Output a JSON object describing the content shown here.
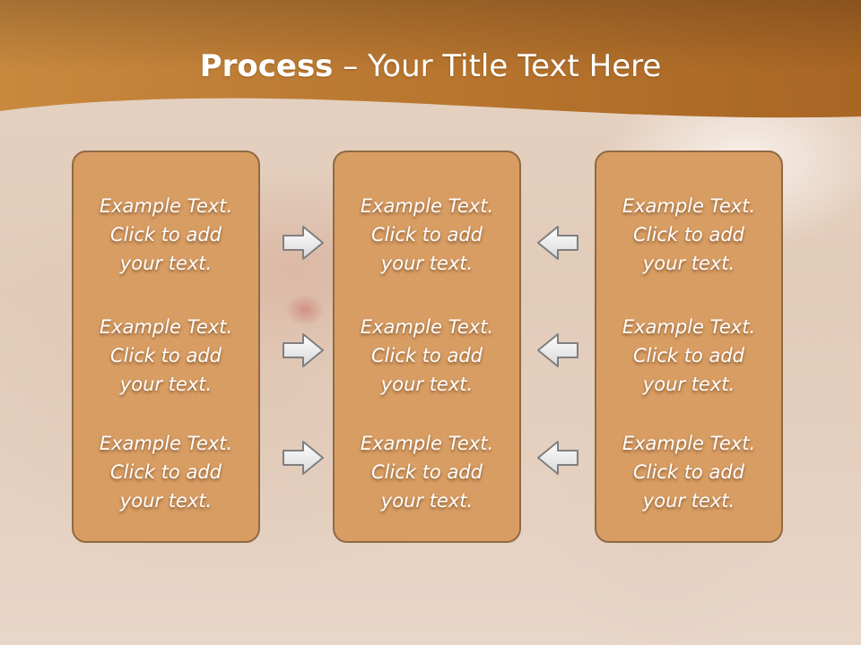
{
  "title": {
    "bold": "Process",
    "rest": " – Your Title Text Here"
  },
  "columns": [
    {
      "items": [
        {
          "line1": "Example Text.",
          "line2": "Click  to add",
          "line3": "your text."
        },
        {
          "line1": "Example Text.",
          "line2": "Click  to add",
          "line3": "your text."
        },
        {
          "line1": "Example Text.",
          "line2": "Click  to add",
          "line3": "your text."
        }
      ]
    },
    {
      "items": [
        {
          "line1": "Example Text.",
          "line2": "Click  to add",
          "line3": "your text."
        },
        {
          "line1": "Example Text.",
          "line2": "Click  to add",
          "line3": "your text."
        },
        {
          "line1": "Example Text.",
          "line2": "Click  to add",
          "line3": "your text."
        }
      ]
    },
    {
      "items": [
        {
          "line1": "Example Text.",
          "line2": "Click  to add",
          "line3": "your text."
        },
        {
          "line1": "Example Text.",
          "line2": "Click  to add",
          "line3": "your text."
        },
        {
          "line1": "Example Text.",
          "line2": "Click  to add",
          "line3": "your text."
        }
      ]
    }
  ],
  "arrows": {
    "left_group": "right-arrow-icon",
    "right_group": "left-arrow-icon"
  },
  "colors": {
    "banner": "#b8762f",
    "box_fill": "#d89d63",
    "box_border": "#8f6a45",
    "text": "#ffffff"
  }
}
